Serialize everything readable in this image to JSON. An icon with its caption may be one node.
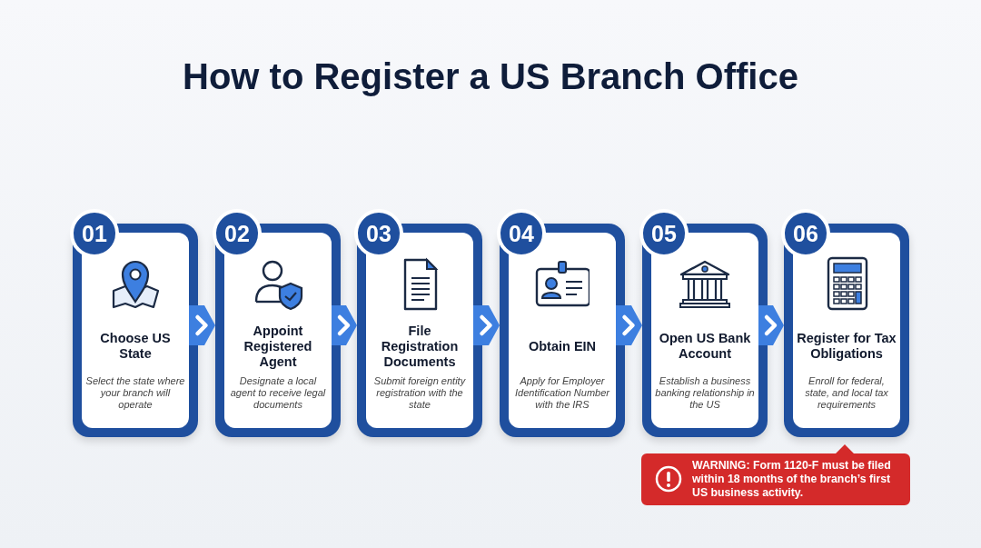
{
  "diagram": {
    "title": "How to Register a US Branch Office",
    "nodes": [
      {
        "text": [
          "01",
          "Choose US State",
          "Select the state where your branch will operate"
        ]
      },
      {
        "text": [
          "02",
          "Appoint Registered Agent",
          "Designate a local agent to receive legal documents"
        ]
      },
      {
        "text": [
          "03",
          "File Registration Documents",
          "Submit foreign entity registration with the state"
        ]
      },
      {
        "text": [
          "04",
          "Obtain EIN",
          "Apply for Employer Identification Number with the IRS"
        ]
      },
      {
        "text": [
          "05",
          "Open US Bank Account",
          "Establish a business banking relationship in the US"
        ]
      },
      {
        "text": [
          "06",
          "Register for Tax Obligations",
          "Enroll for federal, state, and local tax requirements"
        ]
      },
      {
        "text": [
          "WARNING: Form 1120-F must be filed within 18 months of the branch’s first US business activity."
        ]
      }
    ],
    "edges": [
      {
        "from": 0,
        "to": 1,
        "arrow": "to"
      },
      {
        "from": 1,
        "to": 2,
        "arrow": "to"
      },
      {
        "from": 2,
        "to": 3,
        "arrow": "to"
      },
      {
        "from": 3,
        "to": 4,
        "arrow": "to"
      },
      {
        "from": 4,
        "to": 5,
        "arrow": "to"
      }
    ]
  }
}
